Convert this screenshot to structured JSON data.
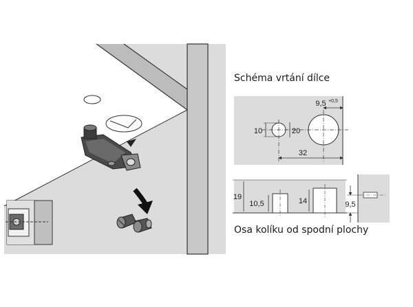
{
  "headings": {
    "drilling_scheme": "Schéma vrtání dílce",
    "pin_axis": "Osa kolíku od spodní plochy"
  },
  "top_view_dims": {
    "small_hole_dia": "10",
    "large_hole_dia": "20",
    "large_offset": "9,5",
    "large_offset_tol": "+0,5",
    "hole_spacing": "32"
  },
  "section_dims": {
    "panel_thickness": "19",
    "small_hole_depth": "10,5",
    "large_hole_depth": "14",
    "pin_axis_height": "9,5"
  },
  "colors": {
    "panel_grey": "#dcdcdc",
    "line_dark": "#333333",
    "fitting_dark": "#4a4a4a"
  }
}
